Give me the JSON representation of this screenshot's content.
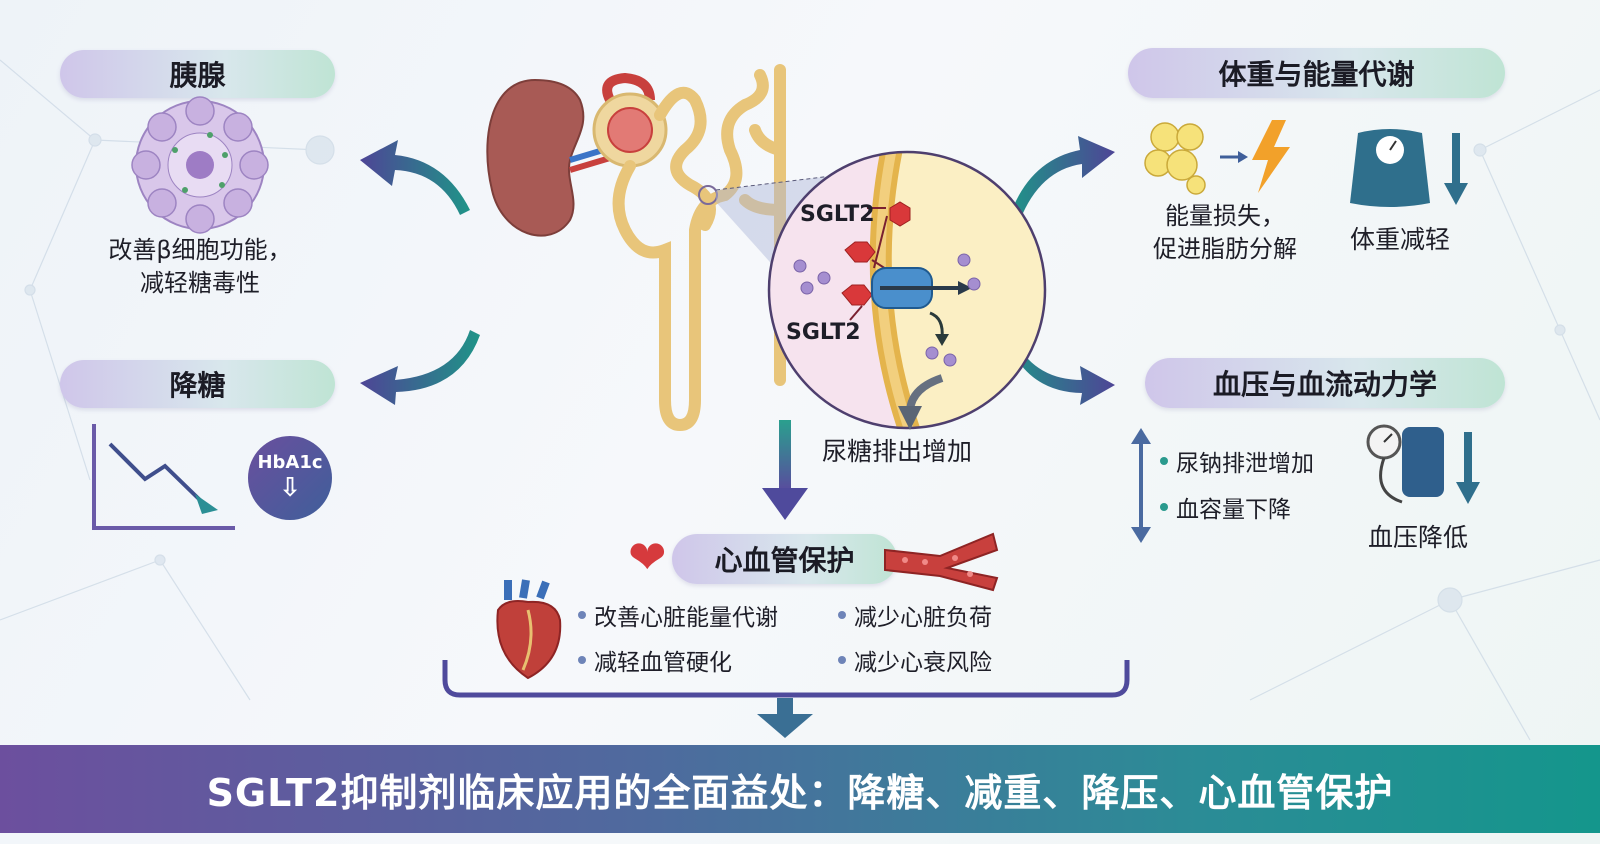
{
  "pancreas": {
    "title": "胰腺",
    "lines": [
      "改善β细胞功能，",
      "减轻糖毒性"
    ]
  },
  "glucose": {
    "title": "降糖",
    "badge": "HbA1c"
  },
  "kidney": {
    "label_top": "SGLT2",
    "label_bottom": "SGLT2",
    "result": "尿糖排出增加"
  },
  "weight": {
    "title": "体重与能量代谢",
    "energy_lines": [
      "能量损失，",
      "促进脂肪分解"
    ],
    "weight_label": "体重减轻"
  },
  "bp": {
    "title": "血压与血流动力学",
    "bullets": [
      "尿钠排泄增加",
      "血容量下降"
    ],
    "bp_label": "血压降低"
  },
  "cardio": {
    "title": "心血管保护",
    "bullets": [
      "改善心脏能量代谢",
      "减少心脏负荷",
      "减轻血管硬化",
      "减少心衰风险"
    ]
  },
  "banner": {
    "text": "SGLT2抑制剂临床应用的全面益处：降糖、减重、降压、心血管保护"
  },
  "colors": {
    "banner_start": "#6c4f9e",
    "banner_end": "#14968c",
    "arrow_purple": "#5a4a9e",
    "arrow_teal": "#1f9488",
    "hexagon": "#d9383a",
    "transporter": "#4a8fcc"
  }
}
